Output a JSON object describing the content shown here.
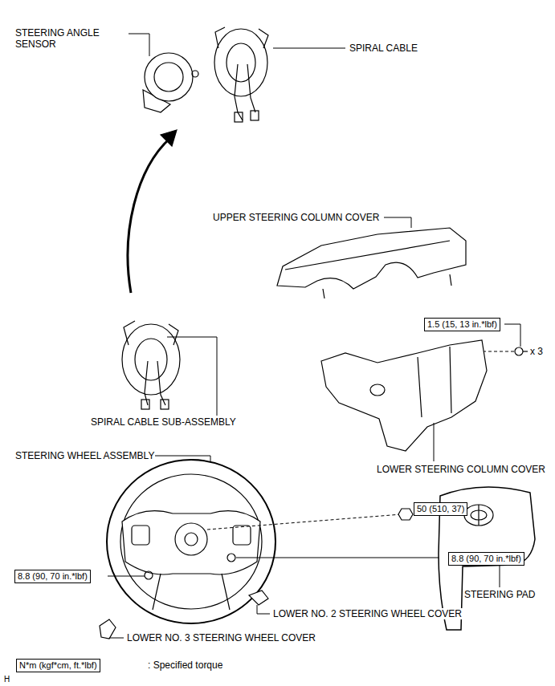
{
  "diagram": {
    "nodes": [
      {
        "text": [
          "1.5 (15, 13 in.*lbf)"
        ]
      },
      {
        "text": [
          "50 (510, 37)"
        ]
      },
      {
        "text": [
          "8.8 (90, 70 in.*lbf)"
        ]
      },
      {
        "text": [
          "8.8 (90, 70 in.*lbf)"
        ]
      },
      {
        "text": [
          "N*m (kgf*cm, ft.*lbf)"
        ]
      }
    ],
    "labels": [
      "STEERING ANGLE SENSOR",
      "SPIRAL CABLE",
      "UPPER STEERING COLUMN COVER",
      "x 3",
      "SPIRAL CABLE SUB-ASSEMBLY",
      "LOWER STEERING COLUMN COVER",
      "STEERING WHEEL ASSEMBLY",
      "STEERING PAD",
      "LOWER NO. 2 STEERING WHEEL COVER",
      "LOWER NO. 3 STEERING WHEEL COVER",
      ": Specified torque",
      "H"
    ]
  }
}
